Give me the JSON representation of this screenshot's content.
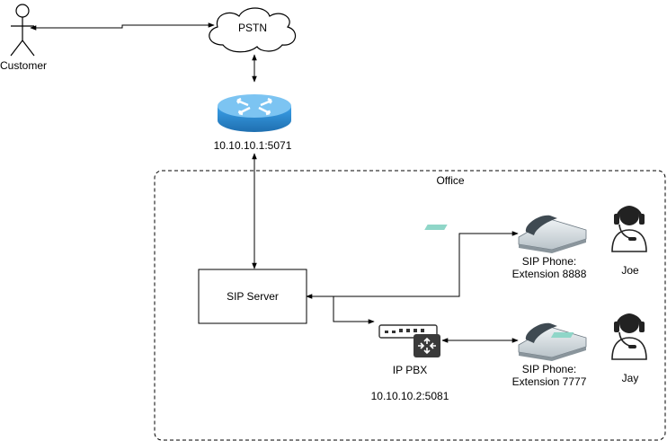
{
  "nodes": {
    "customer": {
      "label": "Customer"
    },
    "pstn": {
      "label": "PSTN"
    },
    "router": {
      "label": "10.10.10.1:5071"
    },
    "office": {
      "label": "Office"
    },
    "sip_server": {
      "label": "SIP Server"
    },
    "phone_8888": {
      "label": "SIP Phone:\nExtension 8888"
    },
    "phone_7777": {
      "label": "SIP Phone:\nExtension 7777"
    },
    "ip_pbx": {
      "label": "IP PBX",
      "address": "10.10.10.2:5081"
    },
    "joe": {
      "label": "Joe"
    },
    "jay": {
      "label": "Jay"
    }
  },
  "edges": [
    {
      "from": "customer",
      "to": "pstn",
      "direction": "both"
    },
    {
      "from": "pstn",
      "to": "router",
      "direction": "both"
    },
    {
      "from": "router",
      "to": "sip_server",
      "direction": "both"
    },
    {
      "from": "sip_server",
      "to": "phone_8888",
      "direction": "both"
    },
    {
      "from": "sip_server",
      "to": "ip_pbx",
      "direction": "forward"
    },
    {
      "from": "ip_pbx",
      "to": "phone_7777",
      "direction": "both"
    }
  ],
  "colors": {
    "line": "#000000",
    "router_body": "#2f8fd6",
    "router_top": "#8fd0f7",
    "phone_body": "#3f4a52",
    "phone_screen": "#8fd6c8",
    "office_border": "#000000"
  },
  "icons": {
    "customer": "stick-figure-icon",
    "pstn": "cloud-icon",
    "router": "router-icon",
    "phones": "desk-phone-icon",
    "pbx": "ip-pbx-icon",
    "agents": "headset-agent-icon"
  }
}
